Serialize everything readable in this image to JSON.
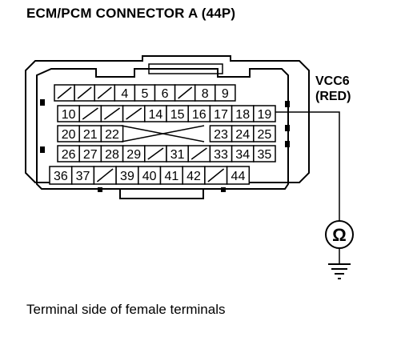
{
  "title": "ECM/PCM CONNECTOR A (44P)",
  "caption": "Terminal side of female terminals",
  "probe": {
    "name": "VCC6",
    "wire_color": "(RED)"
  },
  "meter_symbol": "Ω",
  "rows": [
    [
      "/",
      "/",
      "/",
      "4",
      "5",
      "6",
      "/",
      "8",
      "9"
    ],
    [
      "10",
      "/",
      "/",
      "/",
      "14",
      "15",
      "16",
      "17",
      "18",
      "19"
    ],
    [
      "20",
      "21",
      "22",
      "",
      "",
      "",
      "",
      "23",
      "24",
      "25"
    ],
    [
      "26",
      "27",
      "28",
      "29",
      "/",
      "31",
      "/",
      "33",
      "34",
      "35"
    ],
    [
      "36",
      "37",
      "/",
      "39",
      "40",
      "41",
      "42",
      "/",
      "44"
    ]
  ]
}
